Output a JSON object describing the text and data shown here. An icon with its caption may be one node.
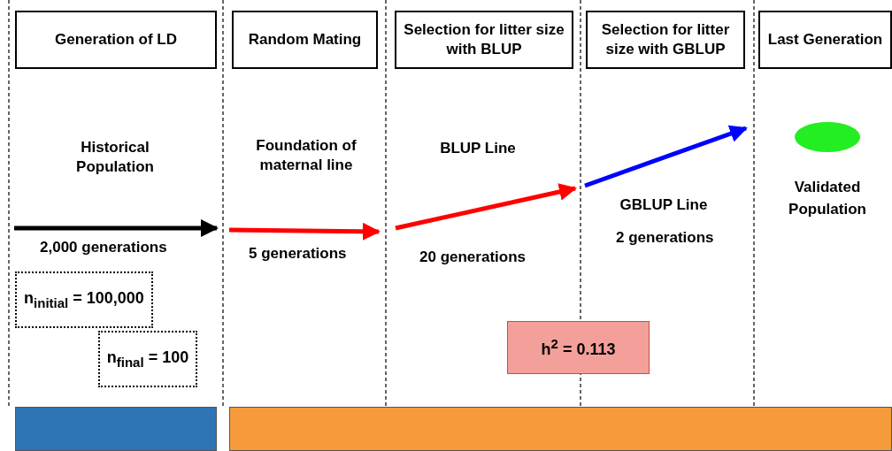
{
  "diagram": {
    "nodes": [
      {
        "text": [
          "Generation of LD"
        ]
      },
      {
        "text": [
          "Random Mating"
        ]
      },
      {
        "text": [
          "Selection for litter size with BLUP"
        ]
      },
      {
        "text": [
          "Selection for litter size with GBLUP"
        ]
      },
      {
        "text": [
          "Last Generation"
        ]
      },
      {
        "text": [
          "Historical Population"
        ]
      },
      {
        "text": [
          "Foundation of maternal line"
        ]
      },
      {
        "text": [
          "BLUP Line"
        ]
      },
      {
        "text": [
          "GBLUP Line"
        ]
      },
      {
        "text": [],
        "shape": "circle",
        "beside": [
          "Validated Population"
        ]
      },
      {
        "text": [
          "n$_{initial}$ = 100,000"
        ]
      },
      {
        "text": [
          "n$_{final}$ = 100"
        ]
      },
      {
        "text": [
          "h$^{2}$ = 0.113"
        ]
      },
      {
        "text": [],
        "shape": "bar"
      },
      {
        "text": [],
        "shape": "bar"
      }
    ],
    "labels": [
      "2,000 generations",
      "5 generations",
      "20 generations",
      "2 generations"
    ]
  }
}
